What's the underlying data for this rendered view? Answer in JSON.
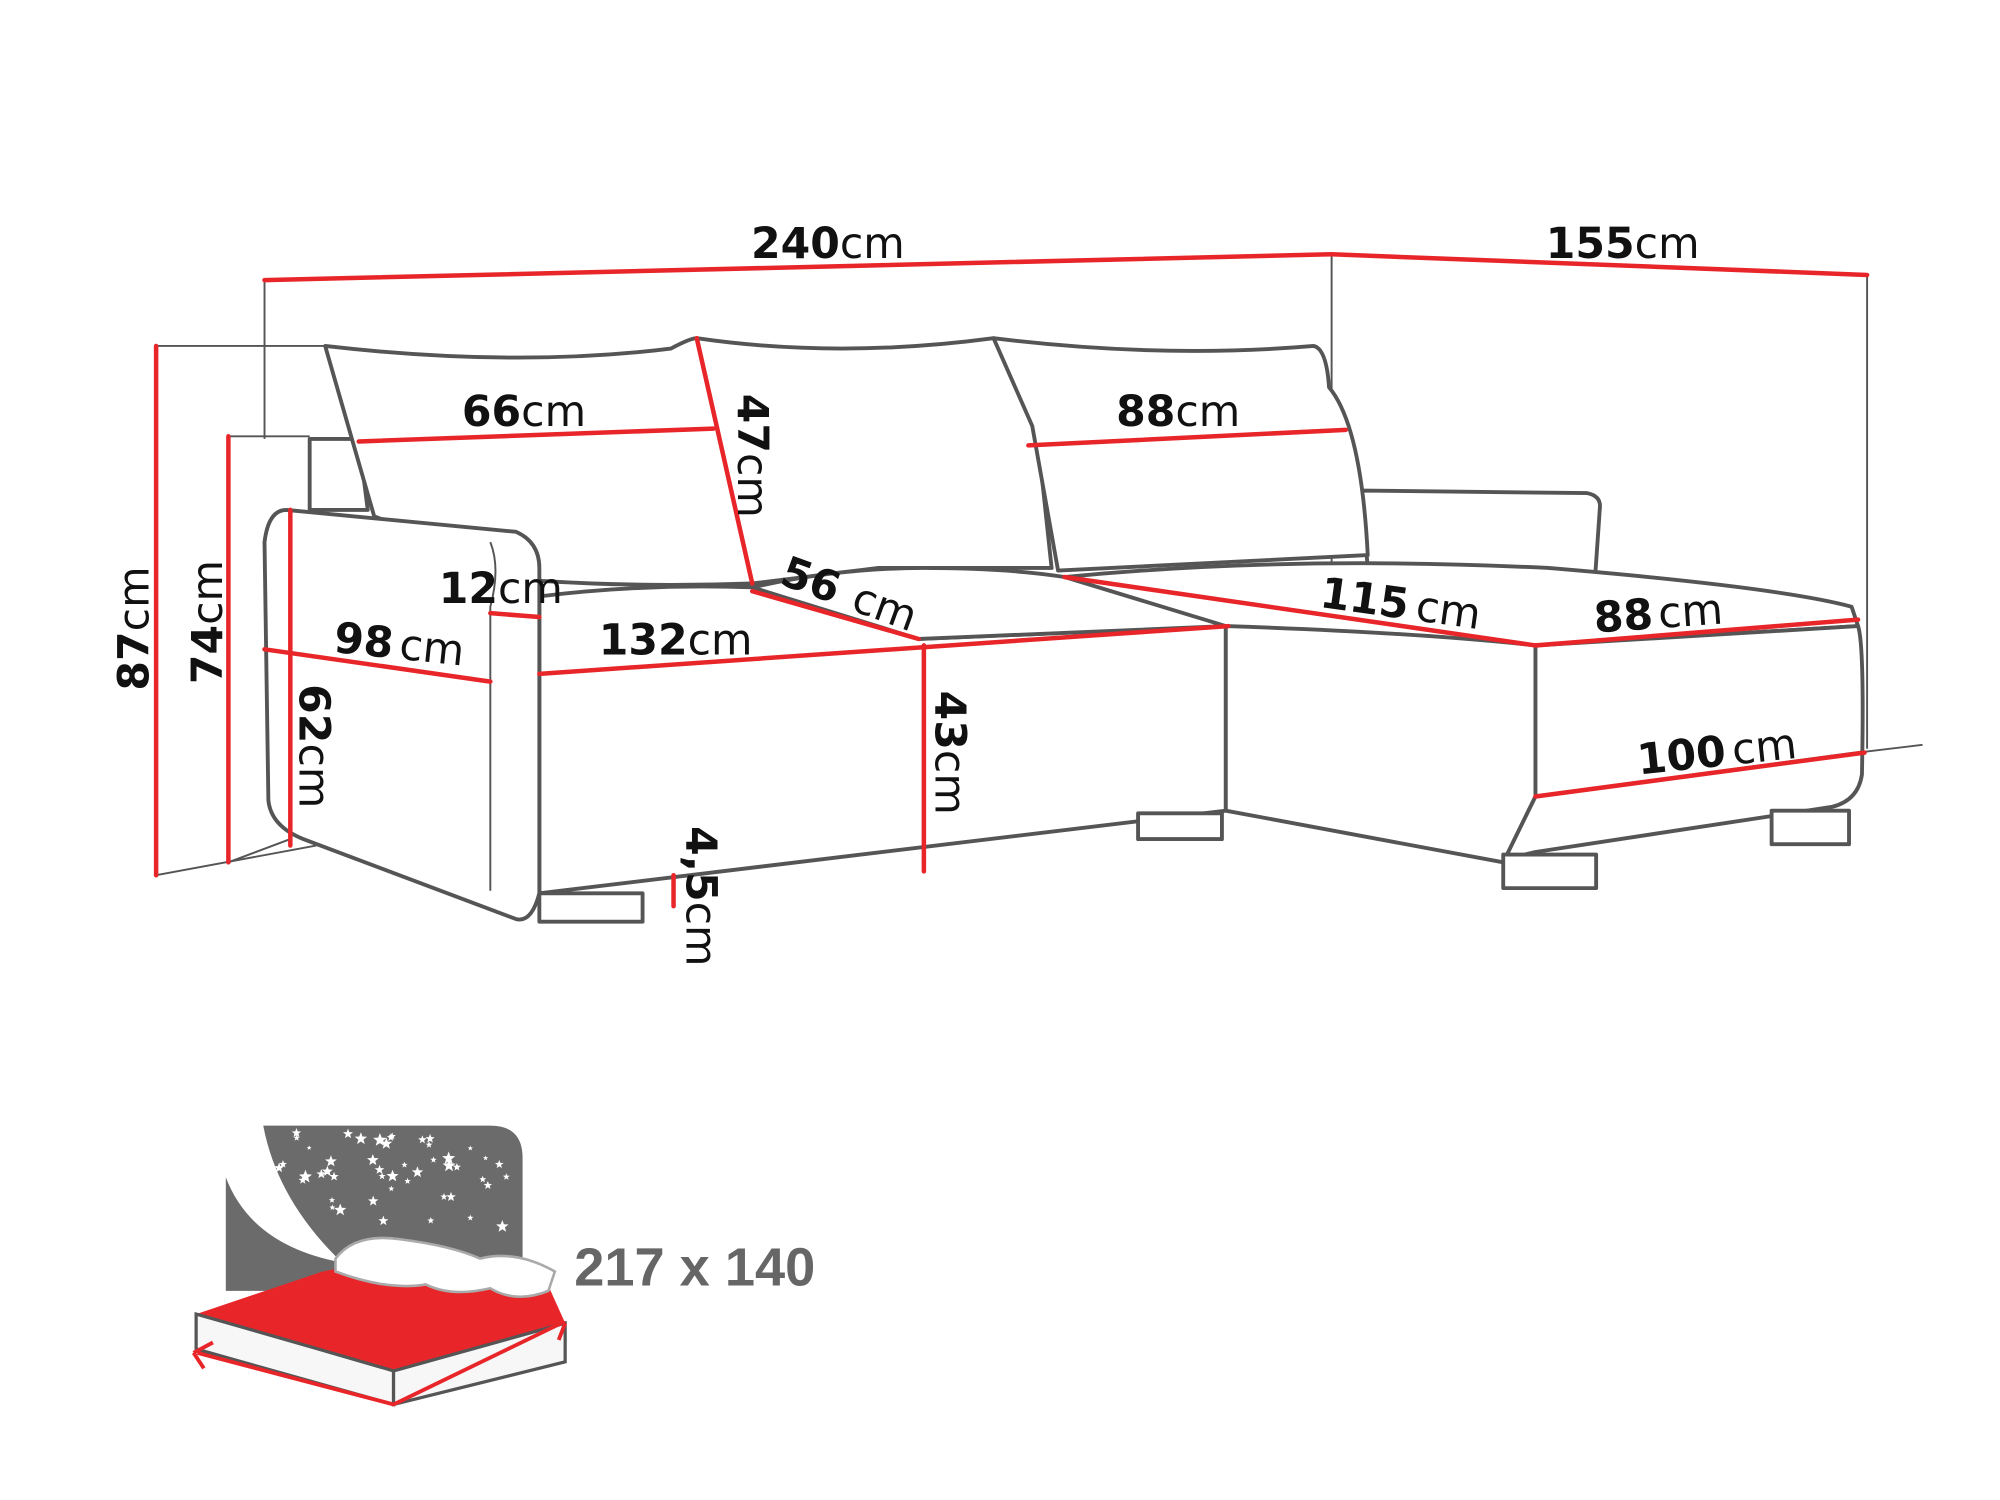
{
  "diagram": {
    "unit": "cm",
    "colors": {
      "dimension_line": "#e8262a",
      "outline": "#555555",
      "icon_gray": "#6b6b6b",
      "mattress": "#e8262a"
    },
    "dimensions": {
      "total_width": {
        "value": "240",
        "unit": "cm"
      },
      "chaise_depth": {
        "value": "155",
        "unit": "cm"
      },
      "total_height": {
        "value": "87",
        "unit": "cm"
      },
      "armrest_height": {
        "value": "74",
        "unit": "cm"
      },
      "cushion_left_width": {
        "value": "66",
        "unit": "cm"
      },
      "cushion_height": {
        "value": "47",
        "unit": "cm"
      },
      "cushion_right_width": {
        "value": "88",
        "unit": "cm"
      },
      "armrest_width": {
        "value": "12",
        "unit": "cm"
      },
      "seat_depth": {
        "value": "56",
        "unit": "cm"
      },
      "side_depth": {
        "value": "98",
        "unit": "cm"
      },
      "seat_width": {
        "value": "132",
        "unit": "cm"
      },
      "chaise_seat_length": {
        "value": "115",
        "unit": "cm"
      },
      "chaise_width_top": {
        "value": "88",
        "unit": "cm"
      },
      "side_height": {
        "value": "62",
        "unit": "cm"
      },
      "seat_height": {
        "value": "43",
        "unit": "cm"
      },
      "leg_height": {
        "value": "4,5",
        "unit": "cm"
      },
      "chaise_width": {
        "value": "100",
        "unit": "cm"
      }
    },
    "sleeping_area": {
      "label": "217 x 140",
      "icon": "bed-night-icon"
    }
  }
}
